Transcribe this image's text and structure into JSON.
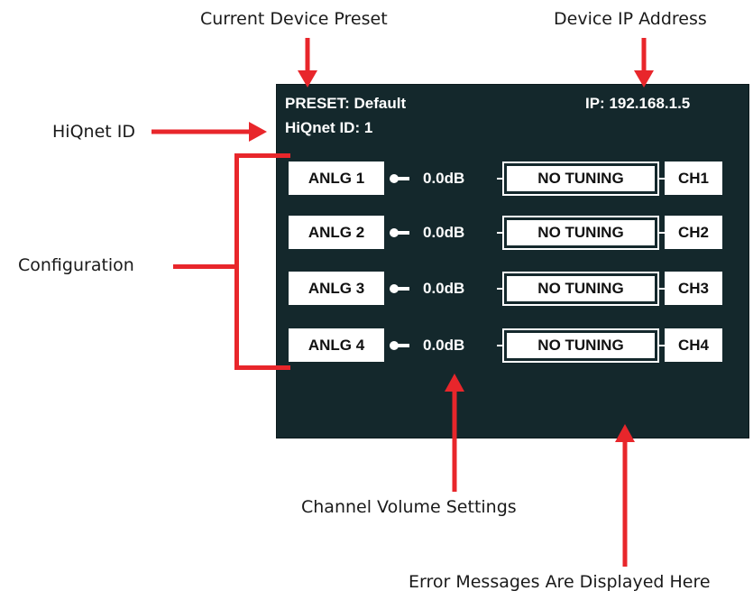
{
  "callouts": {
    "current_device_preset": "Current Device Preset",
    "device_ip_address": "Device IP Address",
    "hiqnet_id": "HiQnet ID",
    "configuration": "Configuration",
    "channel_volume_settings": "Channel Volume Settings",
    "error_messages": "Error Messages Are Displayed Here"
  },
  "screen": {
    "preset": "PRESET: Default",
    "ip": "IP: 192.168.1.5",
    "hiqnet": "HiQnet ID: 1",
    "rows": [
      {
        "input": "ANLG 1",
        "volume": "0.0dB",
        "tuning": "NO TUNING",
        "channel": "CH1"
      },
      {
        "input": "ANLG 2",
        "volume": "0.0dB",
        "tuning": "NO TUNING",
        "channel": "CH2"
      },
      {
        "input": "ANLG 3",
        "volume": "0.0dB",
        "tuning": "NO TUNING",
        "channel": "CH3"
      },
      {
        "input": "ANLG 4",
        "volume": "0.0dB",
        "tuning": "NO TUNING",
        "channel": "CH4"
      }
    ]
  },
  "colors": {
    "screen_bg": "#14282c",
    "arrow": "#e8262b"
  }
}
